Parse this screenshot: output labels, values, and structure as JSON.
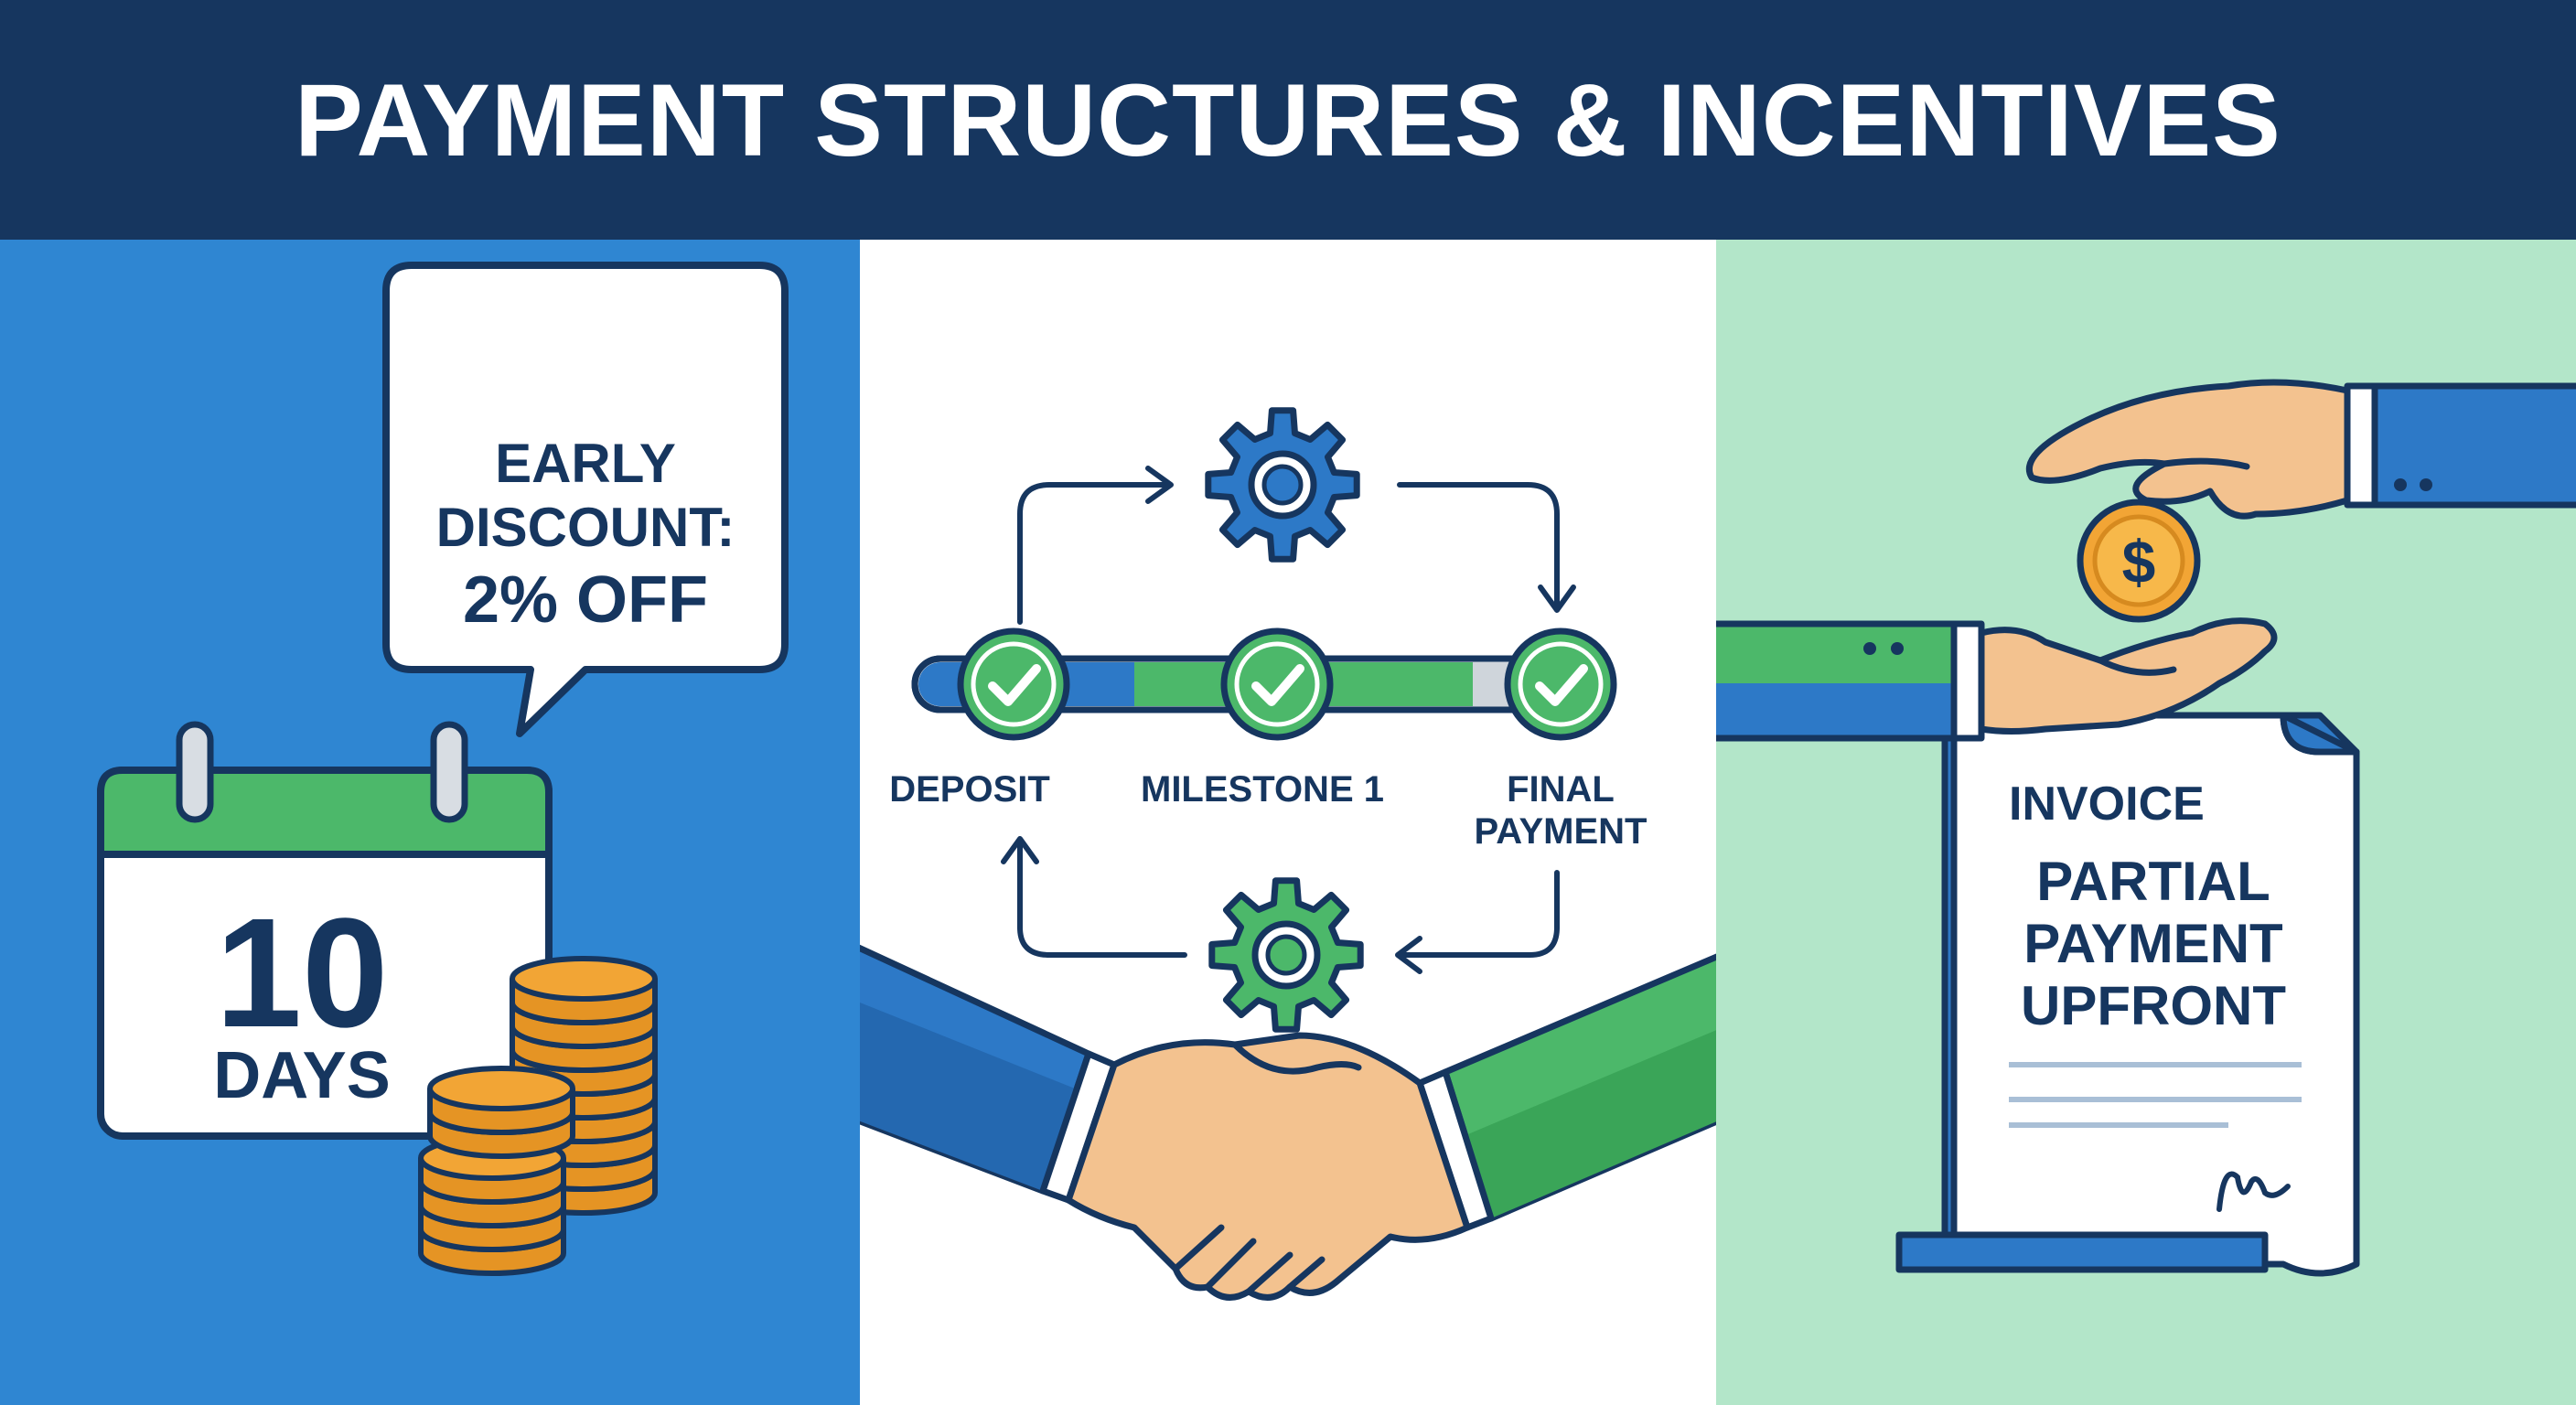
{
  "header": {
    "title": "PAYMENT STRUCTURES & INCENTIVES"
  },
  "colors": {
    "navy": "#16365f",
    "panel_blue": "#2f86d2",
    "panel_white": "#ffffff",
    "panel_mint": "#b3e6c9",
    "brand_blue": "#2d79c7",
    "brand_green": "#4cb86a",
    "coin_gold": "#f2a535",
    "skin": "#f3c28f"
  },
  "panel_early_discount": {
    "bubble_line1": "EARLY",
    "bubble_line2": "DISCOUNT:",
    "bubble_line3": "2% OFF",
    "calendar_number": "10",
    "calendar_unit": "DAYS",
    "icons": [
      "speech-bubble-icon",
      "calendar-icon",
      "coin-stack-icon"
    ]
  },
  "panel_milestones": {
    "steps": [
      {
        "label": "DEPOSIT",
        "status": "complete"
      },
      {
        "label": "MILESTONE 1",
        "status": "complete"
      },
      {
        "label_line1": "FINAL",
        "label_line2": "PAYMENT",
        "status": "complete"
      }
    ],
    "icons": [
      "gear-icon",
      "checkmark-icon",
      "cycle-arrow-icon",
      "handshake-icon"
    ]
  },
  "panel_upfront": {
    "invoice_label": "INVOICE",
    "line1": "PARTIAL",
    "line2": "PAYMENT",
    "line3": "UPFRONT",
    "coin_symbol": "$",
    "icons": [
      "giving-hand-icon",
      "receiving-hand-icon",
      "coin-icon",
      "invoice-document-icon",
      "signature-icon"
    ]
  }
}
